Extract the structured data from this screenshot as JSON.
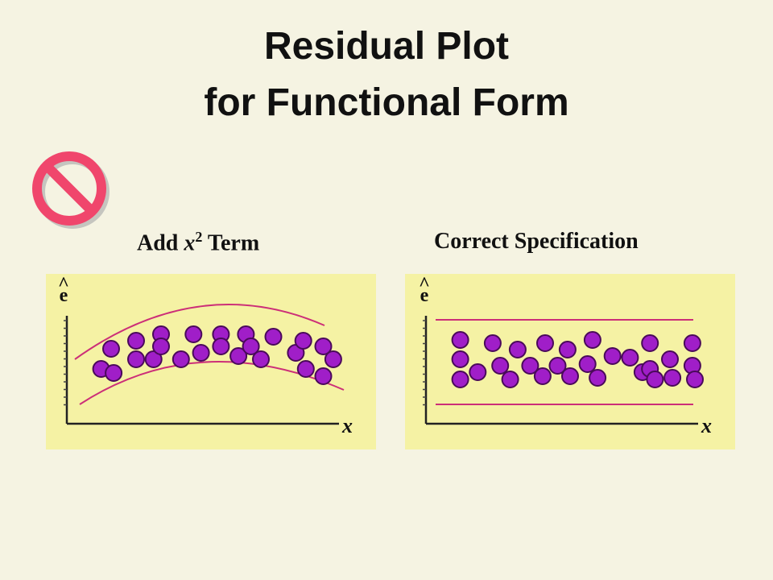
{
  "slide": {
    "title_line1": "Residual Plot",
    "title_line2": "for Functional Form",
    "left_label": "Add",
    "left_label_var": "x",
    "left_label_exp": "2",
    "left_label_tail": "Term",
    "right_label": "Correct Specification"
  },
  "axes": {
    "y_symbol": "e",
    "y_hat": "^",
    "x_symbol": "x"
  },
  "icons": {
    "prohibited": "no-entry-icon"
  },
  "colors": {
    "background": "#f5f3e2",
    "panel": "#f5f2a4",
    "point_fill": "#a01ec8",
    "point_stroke": "#4a0a5a",
    "band": "#cc2f78",
    "prohibited": "#f0466c"
  },
  "chart_data": [
    {
      "type": "scatter",
      "title": "Add x2 Term",
      "xlabel": "x",
      "ylabel": "e",
      "x_range": [
        0,
        10
      ],
      "y_range": [
        -3,
        3
      ],
      "band": "curved",
      "points": [
        {
          "x": 0.6,
          "y": -0.9
        },
        {
          "x": 1.1,
          "y": -1.15
        },
        {
          "x": 1.0,
          "y": 0.35
        },
        {
          "x": 2.0,
          "y": 0.85
        },
        {
          "x": 2.0,
          "y": -0.3
        },
        {
          "x": 2.7,
          "y": -0.3
        },
        {
          "x": 3.0,
          "y": 1.25
        },
        {
          "x": 3.0,
          "y": 0.5
        },
        {
          "x": 3.8,
          "y": -0.3
        },
        {
          "x": 4.3,
          "y": 1.25
        },
        {
          "x": 4.6,
          "y": 0.1
        },
        {
          "x": 5.4,
          "y": 1.25
        },
        {
          "x": 5.4,
          "y": 0.5
        },
        {
          "x": 6.1,
          "y": -0.1
        },
        {
          "x": 6.4,
          "y": 1.25
        },
        {
          "x": 6.6,
          "y": 0.5
        },
        {
          "x": 7.0,
          "y": -0.3
        },
        {
          "x": 7.5,
          "y": 1.1
        },
        {
          "x": 8.4,
          "y": 0.1
        },
        {
          "x": 8.7,
          "y": 0.85
        },
        {
          "x": 8.8,
          "y": -0.9
        },
        {
          "x": 9.5,
          "y": 0.5
        },
        {
          "x": 9.5,
          "y": -1.35
        },
        {
          "x": 9.9,
          "y": -0.3
        }
      ]
    },
    {
      "type": "scatter",
      "title": "Correct Specification",
      "xlabel": "x",
      "ylabel": "e",
      "x_range": [
        0,
        10
      ],
      "y_range": [
        -3,
        3
      ],
      "band": "horizontal",
      "points": [
        {
          "x": 0.6,
          "y": 0.9
        },
        {
          "x": 0.6,
          "y": -0.3
        },
        {
          "x": 0.6,
          "y": -1.55
        },
        {
          "x": 1.3,
          "y": -1.1
        },
        {
          "x": 1.9,
          "y": 0.7
        },
        {
          "x": 2.2,
          "y": -0.7
        },
        {
          "x": 2.6,
          "y": -1.55
        },
        {
          "x": 2.9,
          "y": 0.3
        },
        {
          "x": 3.4,
          "y": -0.7
        },
        {
          "x": 3.9,
          "y": -1.35
        },
        {
          "x": 4.0,
          "y": 0.7
        },
        {
          "x": 4.5,
          "y": -0.7
        },
        {
          "x": 4.9,
          "y": 0.3
        },
        {
          "x": 5.0,
          "y": -1.35
        },
        {
          "x": 5.7,
          "y": -0.6
        },
        {
          "x": 5.9,
          "y": 0.9
        },
        {
          "x": 6.1,
          "y": -1.45
        },
        {
          "x": 6.7,
          "y": -0.1
        },
        {
          "x": 7.4,
          "y": -0.2
        },
        {
          "x": 7.9,
          "y": -1.1
        },
        {
          "x": 8.2,
          "y": 0.7
        },
        {
          "x": 8.2,
          "y": -0.9
        },
        {
          "x": 8.4,
          "y": -1.55
        },
        {
          "x": 9.0,
          "y": -0.3
        },
        {
          "x": 9.1,
          "y": -1.45
        },
        {
          "x": 9.9,
          "y": 0.7
        },
        {
          "x": 9.9,
          "y": -0.7
        },
        {
          "x": 10.0,
          "y": -1.55
        }
      ]
    }
  ]
}
